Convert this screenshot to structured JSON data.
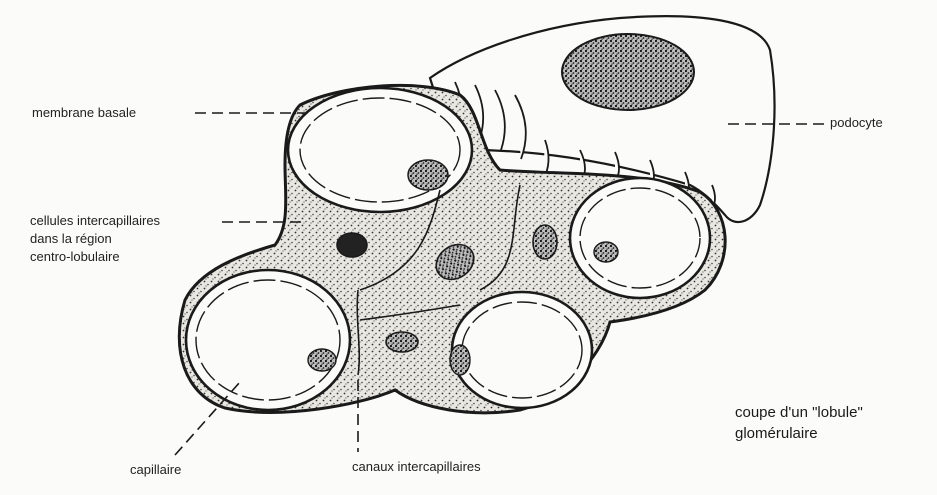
{
  "labels": {
    "membrane_basale": "membrane basale",
    "podocyte": "podocyte",
    "cellules_line1": "cellules intercapillaires",
    "cellules_line2": "dans la région",
    "cellules_line3": "centro-lobulaire",
    "capillaire": "capillaire",
    "canaux": "canaux intercapillaires"
  },
  "caption": {
    "line1": "coupe d'un \"lobule\"",
    "line2": "glomérulaire"
  },
  "colors": {
    "ink": "#1a1a1a",
    "stipple_bg": "#e6e4de",
    "paper": "#fbfbf9"
  }
}
